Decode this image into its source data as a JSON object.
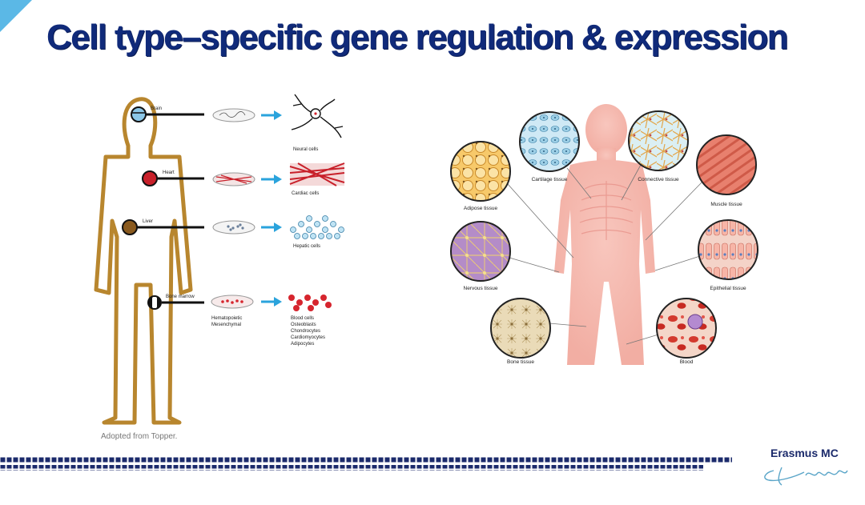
{
  "slide": {
    "title": "Cell type–specific gene regulation & expression",
    "credit": "Adopted from Topper."
  },
  "left_diagram": {
    "organs": [
      {
        "label": "Brain",
        "cells": [
          "Neural cells"
        ]
      },
      {
        "label": "Heart",
        "cells": [
          "Cardiac cells"
        ]
      },
      {
        "label": "Liver",
        "cells": [
          "Hepatic cells"
        ]
      },
      {
        "label": "Bone marrow",
        "sources": [
          "Hematopoietic",
          "Mesenchymal"
        ],
        "cells": [
          "Blood cells",
          "Osteoblasts",
          "Chondrocytes",
          "Cardiomyocytes",
          "Adipocytes"
        ]
      }
    ]
  },
  "right_diagram": {
    "tissues": [
      "Adipose tissue",
      "Cartilage tissue",
      "Connective tissue",
      "Muscle tissue",
      "Nervous tissue",
      "Epithelial tissue",
      "Bone tissue",
      "Blood"
    ]
  },
  "logo": {
    "name": "Erasmus MC",
    "signature": "Erasmus"
  },
  "colors": {
    "title": "#102a7a",
    "accent": "#5bb8e6",
    "body_outline": "#b8862e",
    "footer_dots": "#1b2a6b"
  }
}
